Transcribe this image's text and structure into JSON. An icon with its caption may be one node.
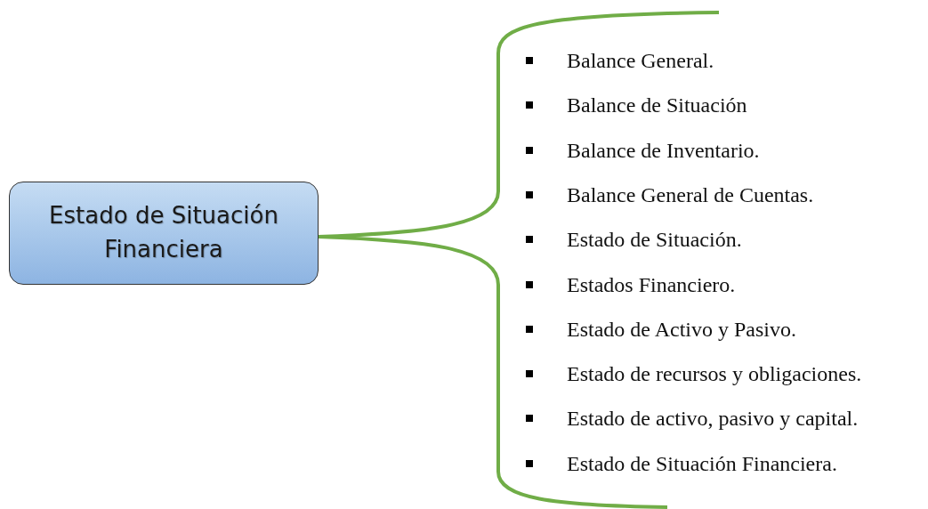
{
  "diagram": {
    "nodes": [
      {
        "text": [
          "Estado de Situación Financiera"
        ]
      }
    ],
    "labels": [
      "Balance General.",
      "Balance de Situación",
      "Balance de Inventario.",
      "Balance General de Cuentas.",
      "Estado de Situación.",
      "Estados Financiero.",
      "Estado de Activo y Pasivo.",
      "Estado de recursos y obligaciones.",
      "Estado de activo, pasivo y capital.",
      "Estado de Situación Financiera."
    ]
  }
}
